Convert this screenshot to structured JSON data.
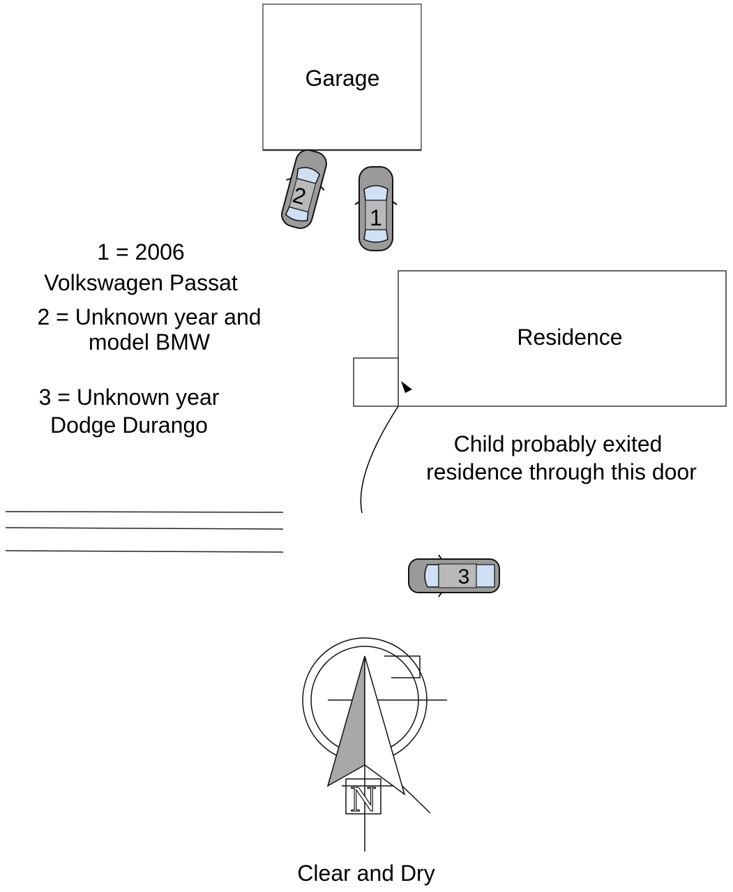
{
  "buildings": {
    "garage": "Garage",
    "residence": "Residence"
  },
  "vehicles": [
    {
      "number": "1"
    },
    {
      "number": "2"
    },
    {
      "number": "3"
    }
  ],
  "legend": {
    "v1_line1": "1 = 2006",
    "v1_line2": "Volkswagen Passat",
    "v2_line1": "2 = Unknown year and",
    "v2_line2": "model BMW",
    "v3_line1": "3 = Unknown year",
    "v3_line2": "Dodge Durango"
  },
  "annotations": {
    "door_line1": "Child probably exited",
    "door_line2": "residence through this  door",
    "conditions": "Clear and Dry"
  },
  "compass": {
    "letter": "N"
  },
  "colors": {
    "car_body": "#9a9a9a",
    "car_glass": "#cfe0f5",
    "compass_fill": "#a8a8a8"
  }
}
